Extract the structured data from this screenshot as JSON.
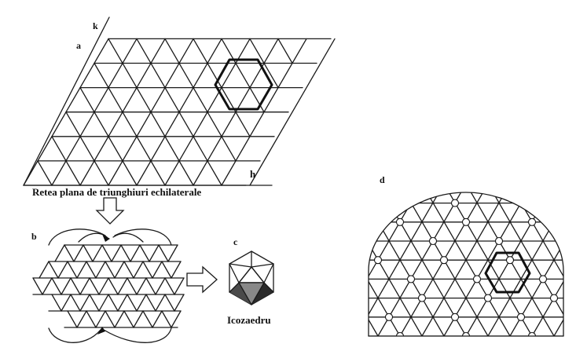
{
  "labels": {
    "a": "a",
    "b": "b",
    "c": "c",
    "d": "d",
    "k": "k",
    "h": "h",
    "caption": "Retea plana de triunghiuri  echilaterale",
    "icosahedron": "Icozaedru"
  },
  "colors": {
    "ink": "#111111",
    "paper": "#ffffff"
  },
  "panels": {
    "a": "plane triangular net with highlighted hexagon",
    "b": "folding net of triangles with curved arrows",
    "c": "icosahedron",
    "d": "geodesic dome with hexagon highlighted"
  }
}
